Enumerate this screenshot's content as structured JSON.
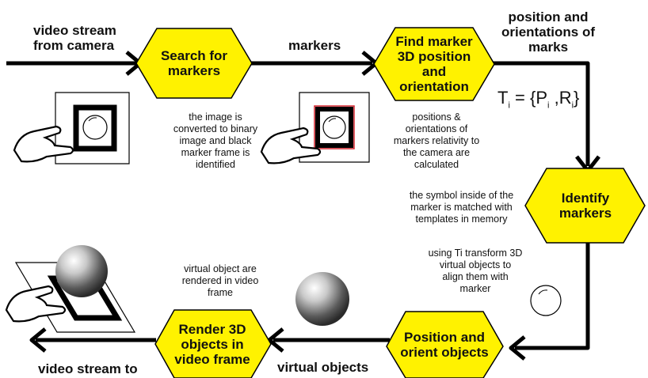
{
  "colors": {
    "hex_fill": "#fff200",
    "arrow": "#000000",
    "marker_red": "#d0202a"
  },
  "nodes": {
    "search": "Search for markers",
    "find": "Find marker 3D position and orientation",
    "identify": "Identify markers",
    "position": "Position and orient objects",
    "render": "Render 3D objects in video frame"
  },
  "edges": {
    "input": "video stream from camera",
    "markers": "markers",
    "pos_orient": "position and orientations of marks",
    "virtual_objects": "virtual objects",
    "output": "video stream to"
  },
  "notes": {
    "binary": "the image is converted to binary image and black marker frame is identified",
    "relativity": "positions & orientations of markers relativity to the camera are calculated",
    "symbol": "the symbol inside of the marker is matched with templates in memory",
    "transform": "using Ti transform 3D virtual objects to align them with marker",
    "rendered": "virtual object are rendered in video frame"
  },
  "formula": {
    "lhs": "T",
    "lhs_sub": "i",
    "p": "P",
    "p_sub": "i",
    "r": "R",
    "r_sub": "i"
  },
  "icons": [
    "hand-marker-icon",
    "hand-marker-red-icon",
    "sphere-icon",
    "hand-sphere-icon",
    "outline-sphere-icon"
  ]
}
